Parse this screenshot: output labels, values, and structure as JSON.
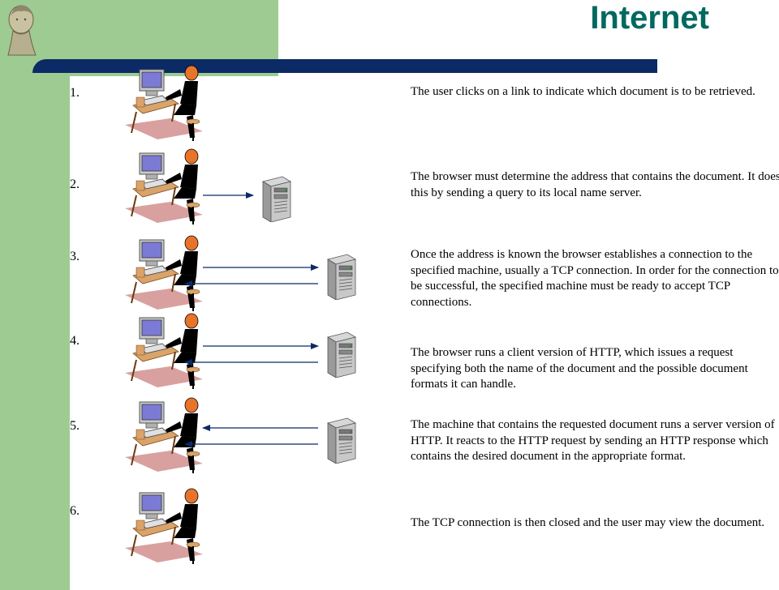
{
  "header": {
    "title": "Internet"
  },
  "steps": [
    {
      "number": "1.",
      "text": "The user clicks on a link to indicate which document is to be retrieved."
    },
    {
      "number": "2.",
      "text": "The browser must determine the address that contains the document.  It does this by sending a query to its local name server."
    },
    {
      "number": "3.",
      "text": "Once the address is known the browser establishes a connection to the specified machine, usually a TCP connection. In order for the connection to be successful, the specified machine must be ready to accept TCP connections."
    },
    {
      "number": "4.",
      "text": "The browser runs a client version of HTTP, which issues a request specifying both the name of the document and the possible document formats it can handle."
    },
    {
      "number": "5.",
      "text": "The machine that contains the requested document runs a server version of HTTP.  It reacts to the HTTP request by sending an HTTP response which contains the desired document in the appropriate format."
    },
    {
      "number": "6.",
      "text": "The TCP connection is then closed and the user may view the document."
    }
  ],
  "colors": {
    "accent_green": "#9dcb91",
    "bar_navy": "#0b2a66",
    "title_teal": "#00695f",
    "arrow_navy": "#0b2a66"
  },
  "icons": {
    "logo": "greek-statue-logo",
    "user": "user-at-computer-icon",
    "server": "server-tower-icon"
  }
}
